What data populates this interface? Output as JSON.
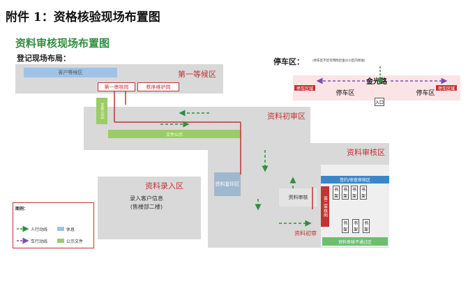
{
  "header": {
    "doc_title": "附件 1：资格核验现场布置图",
    "main_title": "资料审核现场布置图"
  },
  "layout": {
    "label": "登记现场布局："
  },
  "zones": {
    "waiting_first": "第一等候区",
    "customer_waiting": "客户等候区",
    "first_review_post": "第一审核岗",
    "order_keeping": "秩序维护岗",
    "preliminary_review": "资料初审区",
    "final_review": "资料审核区",
    "data_entry": "资料录入区",
    "entry_info": "录入客户信息",
    "entry_floor": "(售楼部二楼)",
    "copy_area": "资料复印区",
    "doc_review": "资料审核",
    "doc_prelim": "资料初审",
    "public_docs": "文件公示",
    "signing_area": "签约/审查审核区",
    "second_post": "第二审核岗",
    "failed_area": "资料审核不通过区",
    "bookshelf": "书架",
    "public_docs_vertical": "文件公示"
  },
  "parking": {
    "label": "停车区：",
    "note": "(停车区不足可用附近金沙小区内停放)",
    "road": "金光路",
    "left": "停车区",
    "right": "停车区",
    "entrance": "入口",
    "left_tag": "停车区域",
    "right_tag": "停车区域"
  },
  "legend": {
    "title": "图例：",
    "walk": "人行动线",
    "car": "车行动线",
    "rest": "休息",
    "public": "公示文件"
  },
  "colors": {
    "green": "#2f8e3f",
    "red": "#c23333",
    "blue": "#9ec3e6",
    "purple": "#7b4fb0",
    "light_green": "#9ccc65"
  }
}
